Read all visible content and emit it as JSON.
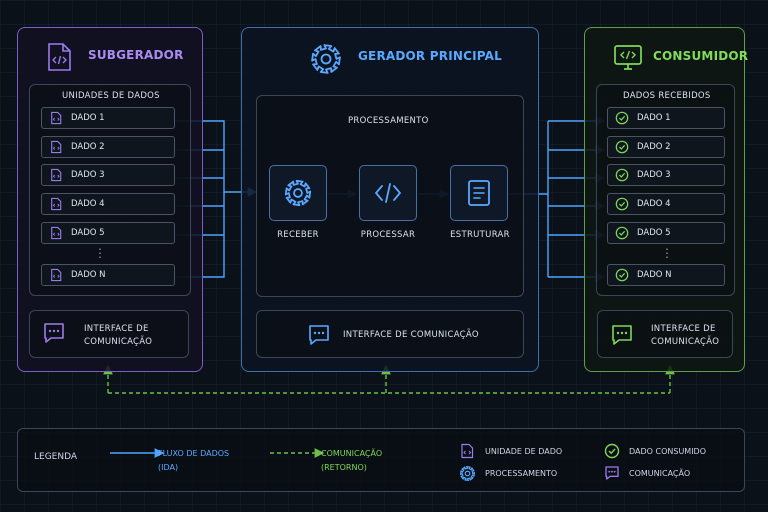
{
  "subgerador": {
    "title": "SUBGERADOR",
    "section_title": "UNIDADES DE DADOS",
    "items": [
      "DADO 1",
      "DADO 2",
      "DADO 3",
      "DADO 4",
      "DADO 5",
      "DADO N"
    ],
    "ellipsis": "⋮",
    "interface_label_1": "INTERFACE DE",
    "interface_label_2": "COMUNICAÇÃO"
  },
  "gerador": {
    "title": "GERADOR PRINCIPAL",
    "section_title": "PROCESSAMENTO",
    "steps": [
      "RECEBER",
      "PROCESSAR",
      "ESTRUTURAR"
    ],
    "interface_label": "INTERFACE DE COMUNICAÇÃO"
  },
  "consumidor": {
    "title": "CONSUMIDOR",
    "section_title": "DADOS RECEBIDOS",
    "items": [
      "DADO 1",
      "DADO 2",
      "DADO 3",
      "DADO 4",
      "DADO 5",
      "DADO N"
    ],
    "ellipsis": "⋮",
    "interface_label_1": "INTERFACE DE",
    "interface_label_2": "COMUNICAÇÃO"
  },
  "legend": {
    "title": "LEGENDA",
    "flow_1": "FLUXO DE DADOS",
    "flow_2": "(IDA)",
    "comm_1": "COMUNICAÇÃO",
    "comm_2": "(RETORNO)",
    "unit": "UNIDADE DE DADO",
    "processing": "PROCESSAMENTO",
    "consumed": "DADO CONSUMIDO",
    "communication": "COMUNICAÇÃO"
  },
  "colors": {
    "purple": "#9b7bea",
    "blue": "#4fa3ff",
    "green": "#7ed957",
    "dashed_green": "#6cc04a"
  },
  "icons": [
    "code-file-icon",
    "gear-icon",
    "monitor-code-icon",
    "chat-icon",
    "code-icon",
    "document-icon",
    "check-circle-icon"
  ]
}
